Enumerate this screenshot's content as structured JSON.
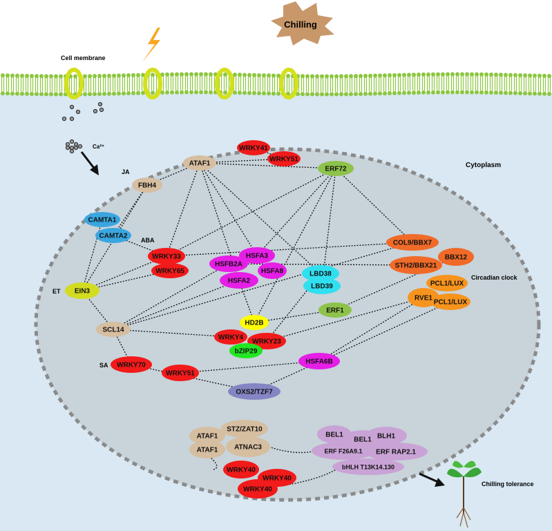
{
  "labels": {
    "chilling": "Chilling",
    "cell_membrane": "Cell membrane",
    "cytoplasm": "Cytoplasm",
    "calcium": "Ca²⁺",
    "ja": "JA",
    "aba": "ABA",
    "et": "ET",
    "sa": "SA",
    "circadian_clock": "Circadian clock",
    "chilling_tolerance": "Chilling tolerance"
  },
  "colors": {
    "background_cytoplasm": "#d9e8f3",
    "nucleus": "#c8d3da",
    "membrane": "#8cc63f",
    "channel": "#d4e01c",
    "brown": "#d6bea0",
    "red": "#f21a1a",
    "green": "#8dc34a",
    "blue": "#3aa6e0",
    "magenta": "#e61ee6",
    "cyan": "#30e0f0",
    "orange": "#f06a28",
    "light_orange": "#f7941e",
    "yellow_green": "#d2dc20",
    "yellow": "#ffff00",
    "bright_green": "#22e622",
    "slate": "#8585c4",
    "purple": "#c9a3d6"
  },
  "nodes": [
    {
      "label": "ATAF1",
      "color": "brown"
    },
    {
      "label": "WRKY41",
      "color": "red"
    },
    {
      "label": "WRKY51",
      "color": "red"
    },
    {
      "label": "ERF72",
      "color": "green"
    },
    {
      "label": "FBH4",
      "color": "brown"
    },
    {
      "label": "CAMTA1",
      "color": "blue"
    },
    {
      "label": "CAMTA2",
      "color": "blue"
    },
    {
      "label": "WRKY33",
      "color": "red"
    },
    {
      "label": "WRKY65",
      "color": "red"
    },
    {
      "label": "HSFB2A",
      "color": "magenta"
    },
    {
      "label": "HSFA3",
      "color": "magenta"
    },
    {
      "label": "HSFA8",
      "color": "magenta"
    },
    {
      "label": "HSFA2",
      "color": "magenta"
    },
    {
      "label": "LBD38",
      "color": "cyan"
    },
    {
      "label": "LBD39",
      "color": "cyan"
    },
    {
      "label": "COL9/BBX7",
      "color": "orange"
    },
    {
      "label": "BBX12",
      "color": "orange"
    },
    {
      "label": "STH2/BBX21",
      "color": "orange"
    },
    {
      "label": "RVE1",
      "color": "light_orange"
    },
    {
      "label": "PCL1/LUX",
      "color": "light_orange"
    },
    {
      "label": "PCL1/LUX",
      "color": "light_orange"
    },
    {
      "label": "ERF1",
      "color": "green"
    },
    {
      "label": "EIN3",
      "color": "yellow_green"
    },
    {
      "label": "SCL14",
      "color": "brown"
    },
    {
      "label": "HD2B",
      "color": "yellow"
    },
    {
      "label": "WRKY4",
      "color": "red"
    },
    {
      "label": "WRKY23",
      "color": "red"
    },
    {
      "label": "bZIP29",
      "color": "bright_green"
    },
    {
      "label": "WRKY70",
      "color": "red"
    },
    {
      "label": "WRKY51",
      "color": "red"
    },
    {
      "label": "HSFA6B",
      "color": "magenta"
    },
    {
      "label": "OXS2/TZF7",
      "color": "slate"
    },
    {
      "label": "ATAF1",
      "color": "brown"
    },
    {
      "label": "STZ/ZAT10",
      "color": "brown"
    },
    {
      "label": "ATAF1",
      "color": "brown"
    },
    {
      "label": "ATNAC3",
      "color": "brown"
    },
    {
      "label": "WRKY40",
      "color": "red"
    },
    {
      "label": "WRKY40",
      "color": "red"
    },
    {
      "label": "WRKY40",
      "color": "red"
    },
    {
      "label": "BEL1",
      "color": "purple"
    },
    {
      "label": "BEL1",
      "color": "purple"
    },
    {
      "label": "BLH1",
      "color": "purple"
    },
    {
      "label": "ERF F26A9.1",
      "color": "purple"
    },
    {
      "label": "ERF RAP2.1",
      "color": "purple"
    },
    {
      "label": "bHLH T13K14.130",
      "color": "purple"
    }
  ]
}
